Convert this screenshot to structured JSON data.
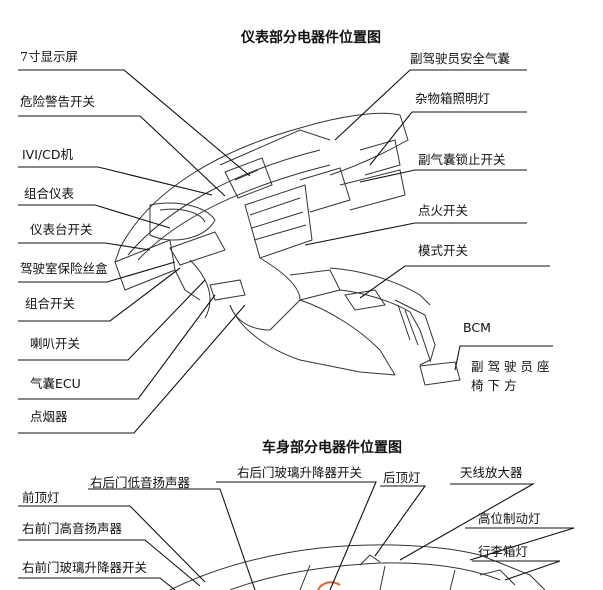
{
  "dashboard": {
    "title": "仪表部分电器件位置图",
    "left_labels": [
      "7寸显示屏",
      "危险警告开关",
      "IVI/CD机",
      "组合仪表",
      "仪表台开关",
      "驾驶室保险丝盒",
      "组合开关",
      "喇叭开关",
      "气囊ECU",
      "点烟器"
    ],
    "right_labels": [
      "副驾驶员安全气囊",
      "杂物箱照明灯",
      "副气囊锁止开关",
      "点火开关",
      "模式开关",
      "BCM"
    ],
    "bcm_note_line1": "副 驾 驶 员 座",
    "bcm_note_line2": "椅 下 方"
  },
  "body": {
    "title": "车身部分电器件位置图",
    "labels": [
      "右后门低音扬声器",
      "右后门玻璃升降器开关",
      "后顶灯",
      "天线放大器",
      "前顶灯",
      "右前门高音扬声器",
      "高位制动灯",
      "右前门玻璃升降器开关",
      "行李箱灯"
    ]
  },
  "colors": {
    "line": "#111111",
    "accent": "#e8602c"
  }
}
